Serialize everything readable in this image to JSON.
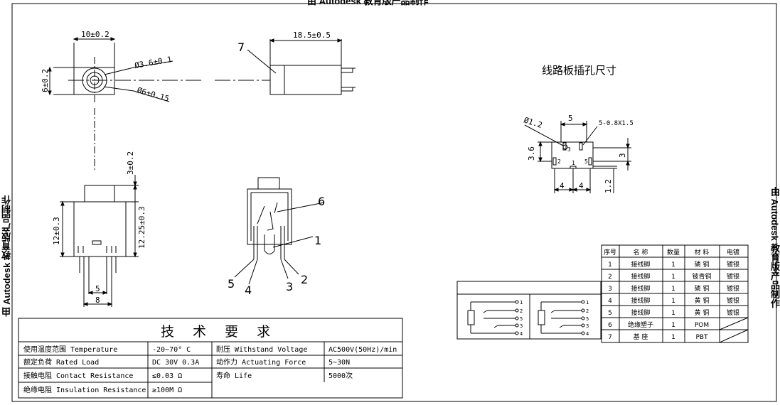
{
  "watermark": {
    "top": "由 Autodesk 教育版产品制作",
    "left": "由 Autodesk 教育版产品制作",
    "right": "由 Autodesk 教育版产品制作"
  },
  "dimensions": {
    "top_width": "10±0.2",
    "top_height": "6±0.2",
    "hole_small": "Ø3.6±0.1",
    "hole_large": "Ø6±0.15",
    "side_length": "18.5±0.5",
    "front_top": "3±0.2",
    "front_height": "12±0.3",
    "front_right": "12.25±0.3",
    "front_pin_pitch": "5",
    "front_width": "8",
    "pcb_title": "线路板插孔尺寸",
    "pcb_dia": "Ø1.2",
    "pcb_top": "5",
    "pcb_slot": "5-0.8X1.5",
    "pcb_left": "3.6",
    "pcb_right": "3",
    "pcb_bottom_a": "4",
    "pcb_bottom_b": "4",
    "pcb_bottom_right": "1.2"
  },
  "callouts": [
    "7",
    "6",
    "1",
    "5",
    "4",
    "3",
    "2"
  ],
  "pcb_pins": [
    "3",
    "2",
    "1",
    "5"
  ],
  "schematic_pins": [
    "1",
    "2",
    "5",
    "3",
    "4"
  ],
  "requirements": {
    "title": "技 术 要 求",
    "rows": [
      [
        "使用温度范围 Temperature",
        "-20~70° C",
        "耐压 Withstand Voltage",
        "AC500V(50Hz)/min"
      ],
      [
        "额定负荷 Rated Load",
        "DC 30V 0.3A",
        "动作力 Actuating Force",
        "5~30N"
      ],
      [
        "接触电阻 Contact Resistance",
        "≤0.03 Ω",
        "寿命 Life",
        "5000次"
      ],
      [
        "绝缘电阻 Insulation Resistance",
        "≥100M Ω",
        "",
        ""
      ]
    ]
  },
  "bom": {
    "headers": [
      "序号",
      "名 称",
      "数量",
      "材 料",
      "电镀"
    ],
    "rows": [
      [
        "1",
        "接线脚",
        "1",
        "磷 铜",
        "镀银"
      ],
      [
        "2",
        "接线脚",
        "1",
        "铍青铜",
        "镀银"
      ],
      [
        "3",
        "接线脚",
        "1",
        "磷 铜",
        "镀银"
      ],
      [
        "4",
        "接线脚",
        "1",
        "黄 铜",
        "镀银"
      ],
      [
        "5",
        "接线脚",
        "1",
        "黄 铜",
        "镀银"
      ],
      [
        "6",
        "绝缘塑子",
        "1",
        "POM",
        ""
      ],
      [
        "7",
        "基 座",
        "1",
        "PBT",
        ""
      ]
    ]
  }
}
